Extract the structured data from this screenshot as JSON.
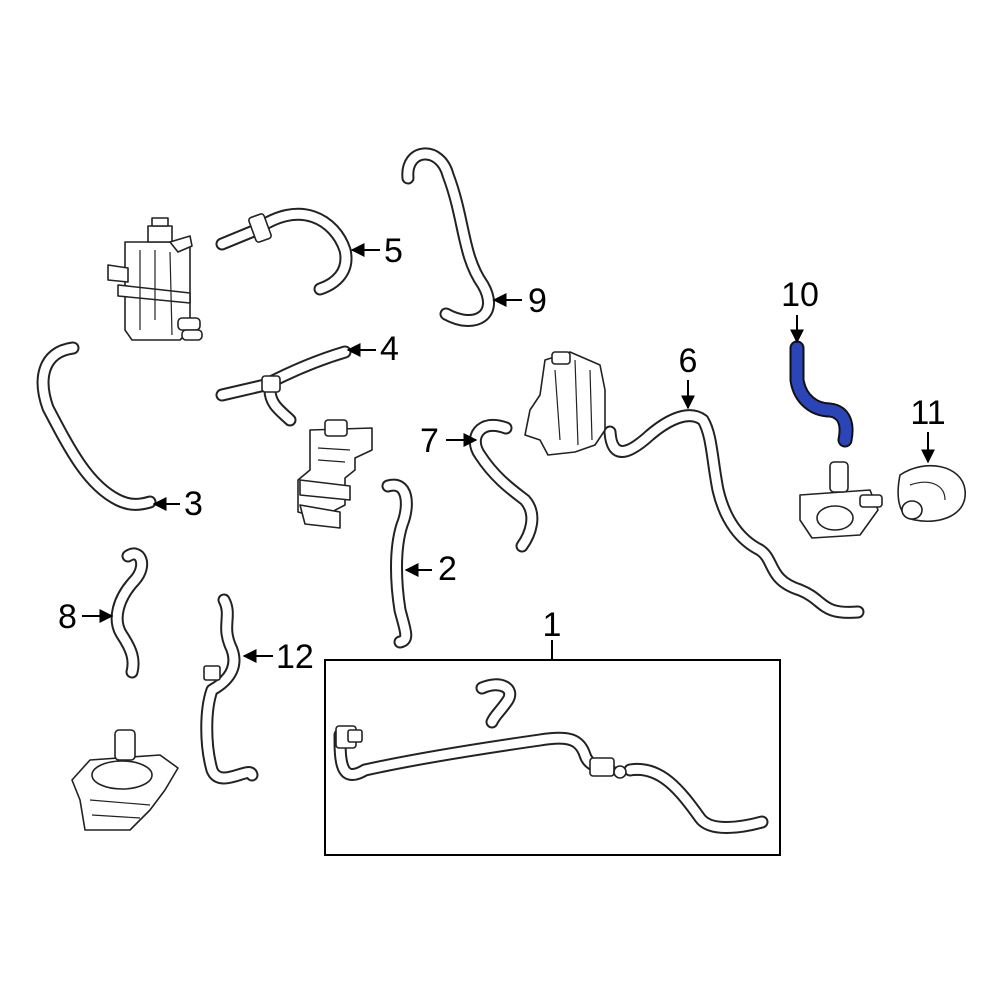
{
  "highlight_color": "#2b44b8",
  "callouts": {
    "c1": "1",
    "c2": "2",
    "c3": "3",
    "c4": "4",
    "c5": "5",
    "c6": "6",
    "c7": "7",
    "c8": "8",
    "c9": "9",
    "c10": "10",
    "c11": "11",
    "c12": "12"
  }
}
